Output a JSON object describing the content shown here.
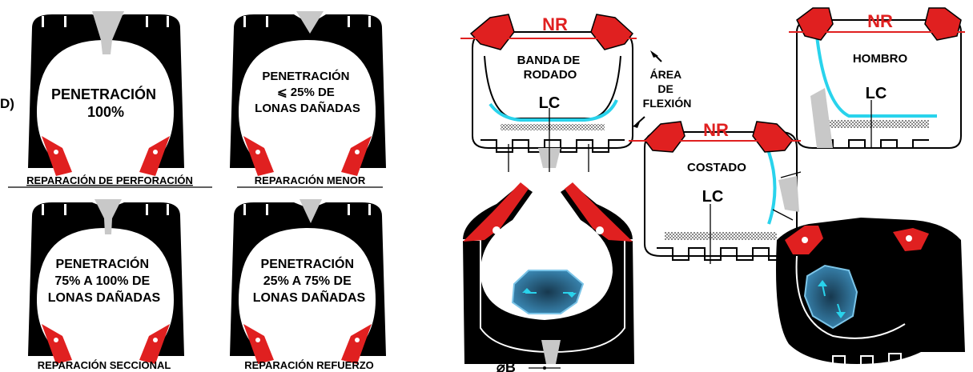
{
  "left_panel": {
    "side_mark": "D)",
    "tires": [
      {
        "inner_text": [
          "PENETRACIÓN",
          "100%"
        ],
        "caption": "REPARACIÓN DE PERFORACIÓN"
      },
      {
        "inner_text": [
          "PENETRACIÓN",
          "⩽ 25% DE",
          "LONAS DAÑADAS"
        ],
        "caption": "REPARACIÓN MENOR"
      },
      {
        "inner_text": [
          "PENETRACIÓN",
          "75% A 100% DE",
          "LONAS DAÑADAS"
        ],
        "caption": "REPARACIÓN SECCIONAL"
      },
      {
        "inner_text": [
          "PENETRACIÓN",
          "25% A 75% DE",
          "LONAS DAÑADAS"
        ],
        "caption": "REPARACIÓN REFUERZO"
      }
    ]
  },
  "right_panel": {
    "section_tread": {
      "nr": "NR",
      "zone": [
        "BANDA DE",
        "RODADO"
      ],
      "lc": "LC"
    },
    "flex_area": [
      "ÁREA",
      "DE",
      "FLEXIÓN"
    ],
    "section_shoulder": {
      "nr": "NR",
      "zone": "HOMBRO",
      "lc": "LC"
    },
    "section_sidewall": {
      "nr": "NR",
      "zone": "COSTADO",
      "lc": "LC"
    },
    "diameter_label": "⌀B"
  },
  "colors": {
    "tire": "#000000",
    "bead": "#e02020",
    "nr_line": "#e02020",
    "liner": "#29d3ec",
    "repair_wedge": "#c8c8c8",
    "patch": "#5fb3d9"
  }
}
